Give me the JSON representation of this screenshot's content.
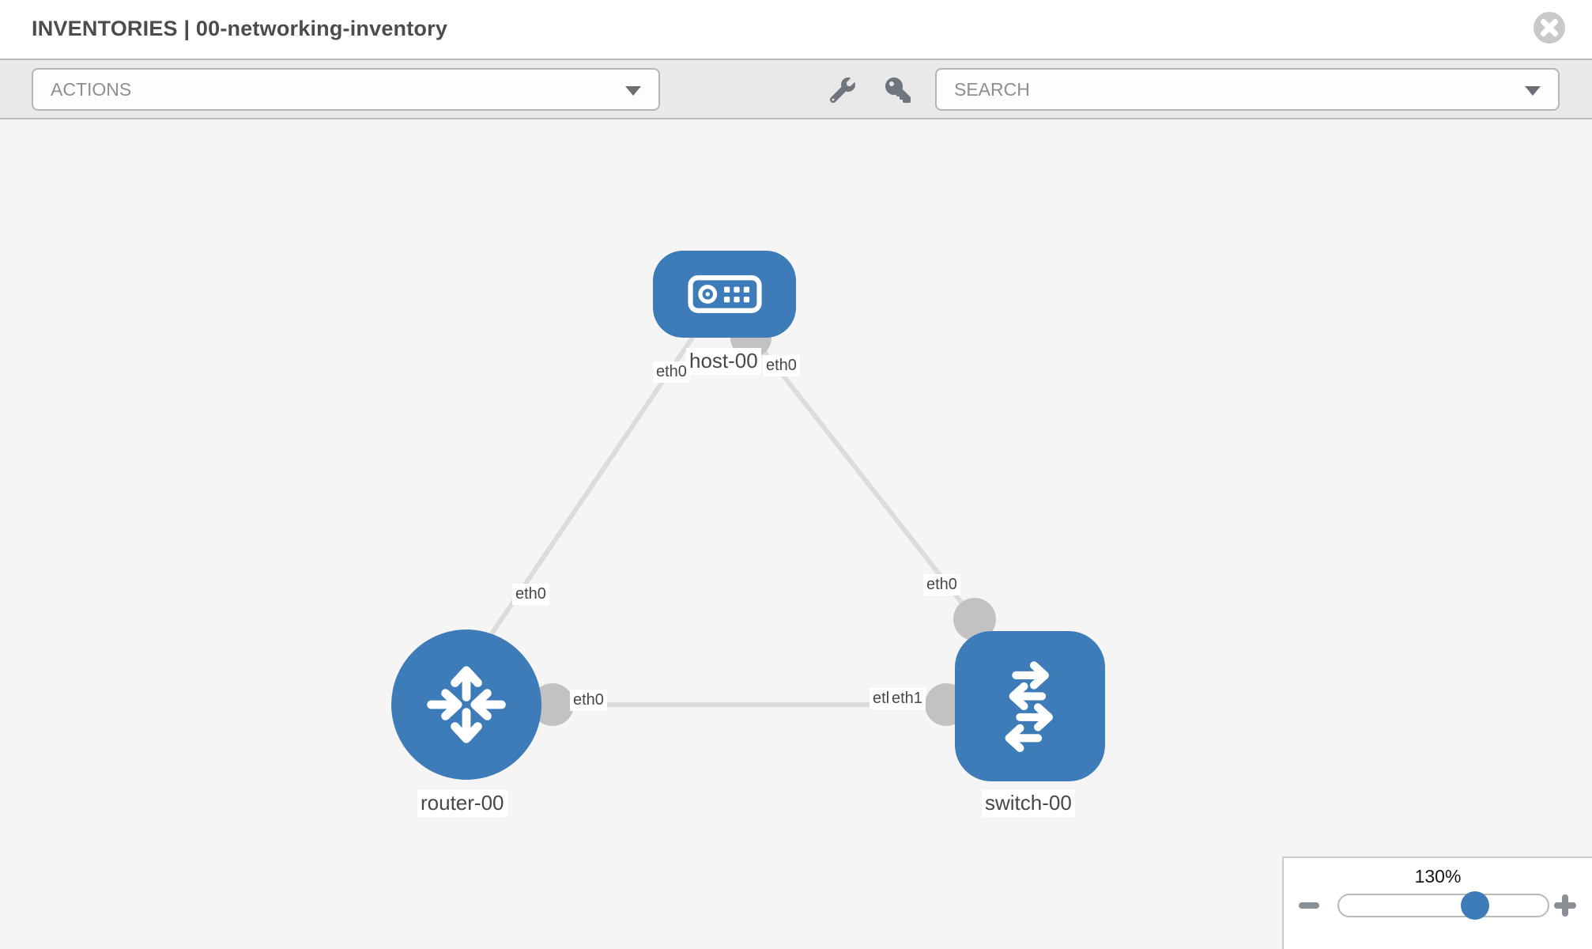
{
  "header": {
    "title": "INVENTORIES | 00-networking-inventory"
  },
  "toolbar": {
    "actions_label": "ACTIONS",
    "search_label": "SEARCH",
    "icon_buttons": [
      "wrench-icon",
      "key-icon"
    ]
  },
  "topology": {
    "nodes": [
      {
        "id": "host-00",
        "type": "host",
        "label": "host-00"
      },
      {
        "id": "router-00",
        "type": "router",
        "label": "router-00"
      },
      {
        "id": "switch-00",
        "type": "switch",
        "label": "switch-00"
      }
    ],
    "links": [
      {
        "from": "host-00",
        "from_interface": "eth0",
        "to": "router-00",
        "to_interface": "eth0"
      },
      {
        "from": "host-00",
        "from_interface": "eth0",
        "to": "switch-00",
        "to_interface": "eth0"
      },
      {
        "from": "router-00",
        "from_interface": "eth0",
        "to": "switch-00",
        "to_interface": "eth1"
      }
    ],
    "interface_labels": [
      {
        "text": "eth0",
        "position": "host-left"
      },
      {
        "text": "eth0",
        "position": "host-right"
      },
      {
        "text": "eth0",
        "position": "router-top"
      },
      {
        "text": "eth0",
        "position": "switch-top"
      },
      {
        "text": "eth0",
        "position": "router-right"
      },
      {
        "text": "eth0",
        "position": "switch-left-back-partially-hidden"
      },
      {
        "text": "eth1",
        "position": "switch-left-front"
      }
    ]
  },
  "zoom_control": {
    "level": "130%",
    "buttons": [
      "zoom-out",
      "zoom-in"
    ]
  },
  "colors": {
    "node_blue": "#3d7cb8",
    "link_gray": "#dcdcdc",
    "interface_dot_gray": "#c2c2c2",
    "toolbar_icon_gray": "#6e757d"
  }
}
